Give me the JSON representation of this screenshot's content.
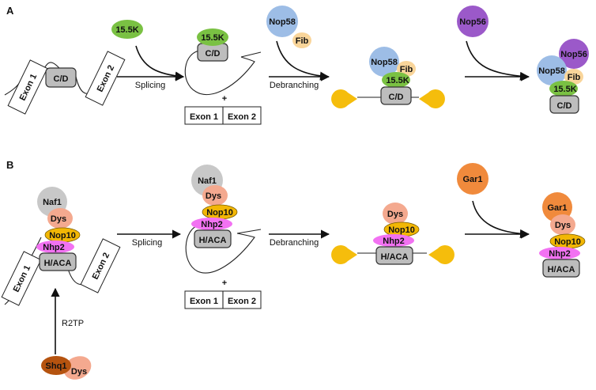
{
  "panels": {
    "a": {
      "label": "A",
      "exon1": "Exon 1",
      "exon2": "Exon 2",
      "snorna": "C/D",
      "step_splicing": "Splicing",
      "step_debranching": "Debranching",
      "plus": "+",
      "product_exon1": "Exon 1",
      "product_exon2": "Exon 2",
      "protein_155k": "15.5K",
      "protein_nop58": "Nop58",
      "protein_fib": "Fib",
      "protein_nop56": "Nop56"
    },
    "b": {
      "label": "B",
      "exon1": "Exon 1",
      "exon2": "Exon 2",
      "snorna": "H/ACA",
      "step_splicing": "Splicing",
      "step_debranching": "Debranching",
      "step_r2tp": "R2TP",
      "plus": "+",
      "product_exon1": "Exon 1",
      "product_exon2": "Exon 2",
      "protein_naf1": "Naf1",
      "protein_dys": "Dys",
      "protein_nop10": "Nop10",
      "protein_nhp2": "Nhp2",
      "protein_gar1": "Gar1",
      "protein_shq1": "Shq1"
    }
  },
  "colors": {
    "p155k": "#7ac143",
    "nop58": "#9dbde6",
    "fib": "#f9d59a",
    "nop56": "#9b59c9",
    "naf1": "#c8c8c8",
    "dys": "#f4a98f",
    "nop10": "#f2b705",
    "nhp2": "#f272f2",
    "gar1": "#f08a3c",
    "shq1": "#b5530f",
    "core": "#bdbdbd",
    "exonuclease": "#f5bd0c"
  }
}
